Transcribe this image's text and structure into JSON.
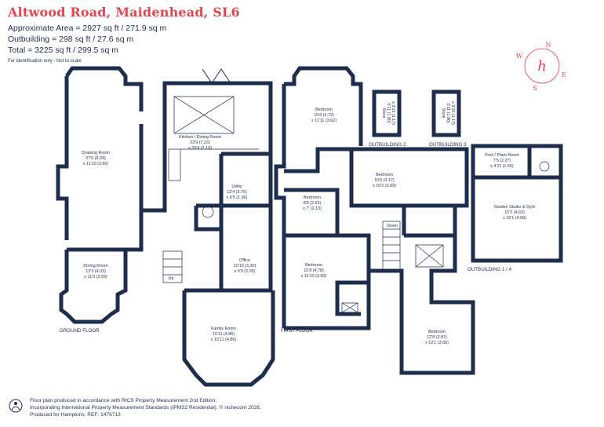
{
  "header": {
    "title": "Altwood Road, Maidenhead, SL6",
    "approx_area": "Approximate Area = 2927 sq ft / 271.9 sq m",
    "outbuilding": "Outbuilding = 298 sq ft / 27.6 sq m",
    "total": "Total = 3225 sq ft / 299.5 sq m",
    "note": "For identification only - Not to scale"
  },
  "compass": {
    "n": "N",
    "e": "E",
    "s": "S",
    "w": "W",
    "logo": "h"
  },
  "floors": {
    "ground": "GROUND FLOOR",
    "first": "FIRST FLOOR",
    "out1": "OUTBUILDING 1 / 4",
    "out2": "OUTBUILDING 2",
    "out3": "OUTBUILDING 3"
  },
  "rooms": {
    "drawing": {
      "name": "Drawing Room",
      "size1": "27'6 (8.39)",
      "size2": "x 11'10 (3.60)"
    },
    "kitchen": {
      "name": "Kitchen / Dining Room",
      "size1": "23'9 (7.23)",
      "size2": "x 23'4 (7.10)"
    },
    "utility": {
      "name": "Utility",
      "size1": "12'4 (3.75)",
      "size2": "x 6'5 (1.96)"
    },
    "office": {
      "name": "Office",
      "size1": "10'10 (3.30)",
      "size2": "x 6'9 (2.05)"
    },
    "dining": {
      "name": "Dining Room",
      "size1": "13'3 (4.03)",
      "size2": "x 11'9 (3.59)"
    },
    "family": {
      "name": "Family Room",
      "size1": "15'11 (4.86)",
      "size2": "x 15'11 (4.86)"
    },
    "bed1": {
      "name": "Bedroom",
      "size1": "15'6 (4.72)",
      "size2": "x 11'11 (3.62)"
    },
    "bed2": {
      "name": "Bedroom",
      "size1": "10'5 (3.17)",
      "size2": "x 10'2 (3.09)"
    },
    "bed3": {
      "name": "Bedroom",
      "size1": "8'8 (2.65)",
      "size2": "x 7' (2.13)"
    },
    "bed4": {
      "name": "Bedroom",
      "size1": "15'8 (4.78)",
      "size2": "x 11'10 (3.60)"
    },
    "bed5": {
      "name": "Bedroom",
      "size1": "12'8 (3.87)",
      "size2": "x 12'1 (3.68)"
    },
    "plant": {
      "name": "Pool / Plant Room",
      "size1": "7'5 (2.27)",
      "size2": "x 4'11 (1.50)"
    },
    "studio": {
      "name": "Garden Studio & Gym",
      "size1": "15'2 (4.63)",
      "size2": "x 15'1 (4.60)"
    },
    "store1": {
      "name": "Store",
      "size1": "5'11 (1.80)",
      "size2": "x 3'10 (1.17)"
    },
    "store2": {
      "name": "Store",
      "size1": "5'11 (1.80)",
      "size2": "x 3'10 (1.17)"
    }
  },
  "stairs": {
    "up": "Up",
    "down": "Down"
  },
  "footer": {
    "line1": "Floor plan produced in accordance with RICS Property Measurement 2nd Edition,",
    "line2": "Incorporating International Property Measurement Standards (IPMS2 Residential).  © nichecom 2026.",
    "line3": "Produced for Hamptons.   REF: 1476713"
  },
  "colors": {
    "accent": "#e04550",
    "walls": "#1f2d4d"
  }
}
